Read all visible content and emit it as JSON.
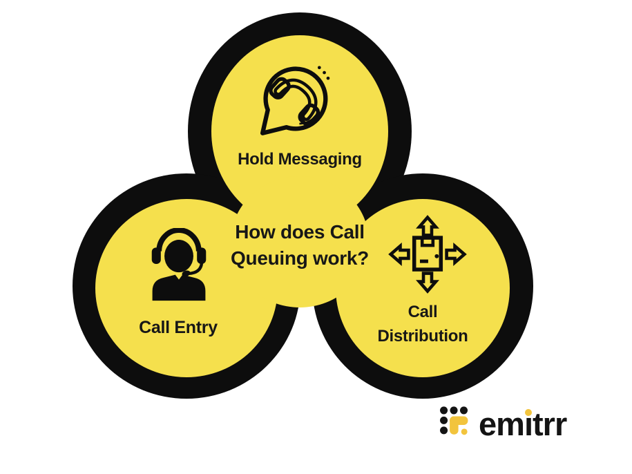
{
  "colors": {
    "circle_yellow": "#f5e04d",
    "outline_black": "#0d0d0d",
    "text_black": "#171717",
    "logo_gold": "#f2c43d"
  },
  "diagram": {
    "title": "How does Call Queuing work?",
    "title_line1": "How does Call",
    "title_line2": "Queuing work?",
    "nodes": [
      {
        "id": "top",
        "label": "Hold Messaging",
        "icon": "speech-bubble-phone-icon"
      },
      {
        "id": "left",
        "label": "Call Entry",
        "icon": "headset-agent-icon"
      },
      {
        "id": "right",
        "label_line1": "Call",
        "label_line2": "Distribution",
        "icon": "distribution-arrows-icon"
      }
    ]
  },
  "brand": {
    "name": "emitrr",
    "pre": "em",
    "dotless_i": "ı",
    "post": "trr"
  }
}
